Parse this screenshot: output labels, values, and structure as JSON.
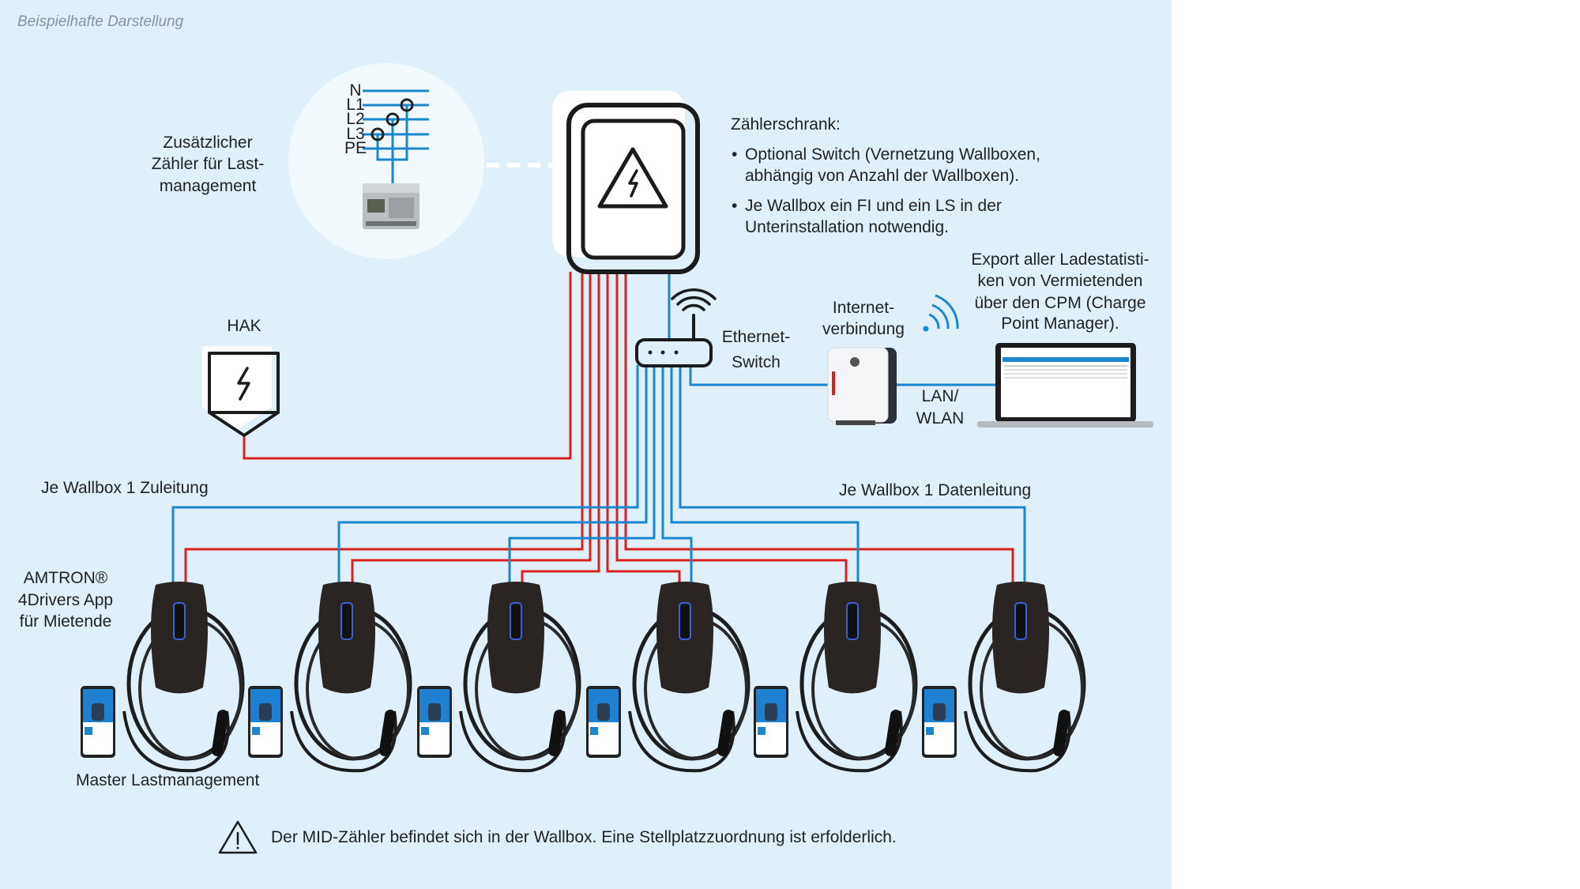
{
  "title": "Beispielhafte Darstellung",
  "meter_extra": {
    "label_lines": [
      "Zusätzlicher",
      "Zähler für Last-",
      "management"
    ],
    "phase_labels": [
      "N",
      "L1",
      "L2",
      "L3",
      "PE"
    ]
  },
  "cabinet": {
    "heading": "Zählerschrank:",
    "bullets": [
      [
        "Optional Switch (Vernetzung Wallboxen,",
        "abhängig von Anzahl der Wallboxen)."
      ],
      [
        "Je Wallbox ein FI und ein LS in der",
        "Unterinstallation notwendig."
      ]
    ]
  },
  "hak": {
    "label": "HAK"
  },
  "switch": {
    "label_lines": [
      "Ethernet-",
      "Switch"
    ]
  },
  "internet": {
    "label_lines": [
      "Internet-",
      "verbindung"
    ]
  },
  "lan": {
    "label_lines": [
      "LAN/",
      "WLAN"
    ]
  },
  "export": {
    "label_lines": [
      "Export aller Ladestatisti-",
      "ken von Vermietenden",
      "über den CPM (Charge",
      "Point Manager)."
    ]
  },
  "supply_label": "Je Wallbox 1 Zuleitung",
  "data_label": "Je Wallbox 1 Datenleitung",
  "app_label_lines": [
    "AMTRON®",
    "4Drivers App",
    "für Mietende"
  ],
  "master_label": "Master Lastmanagement",
  "note": "Der MID-Zähler befindet sich in der Wallbox. Eine Stellplatzzuordnung ist erfolderlich.",
  "colors": {
    "background": "#dff0fa",
    "power_line": "#d9201f",
    "data_line": "#1a86cc",
    "wallbox": "#2a2523",
    "phone_screen": "#1f7fd0"
  },
  "icons": [
    "warning-triangle-icon",
    "lightning-icon",
    "wifi-icon",
    "ethernet-switch-icon",
    "energy-meter-icon",
    "laptop-icon",
    "router-icon",
    "wallbox-icon",
    "smartphone-icon"
  ]
}
